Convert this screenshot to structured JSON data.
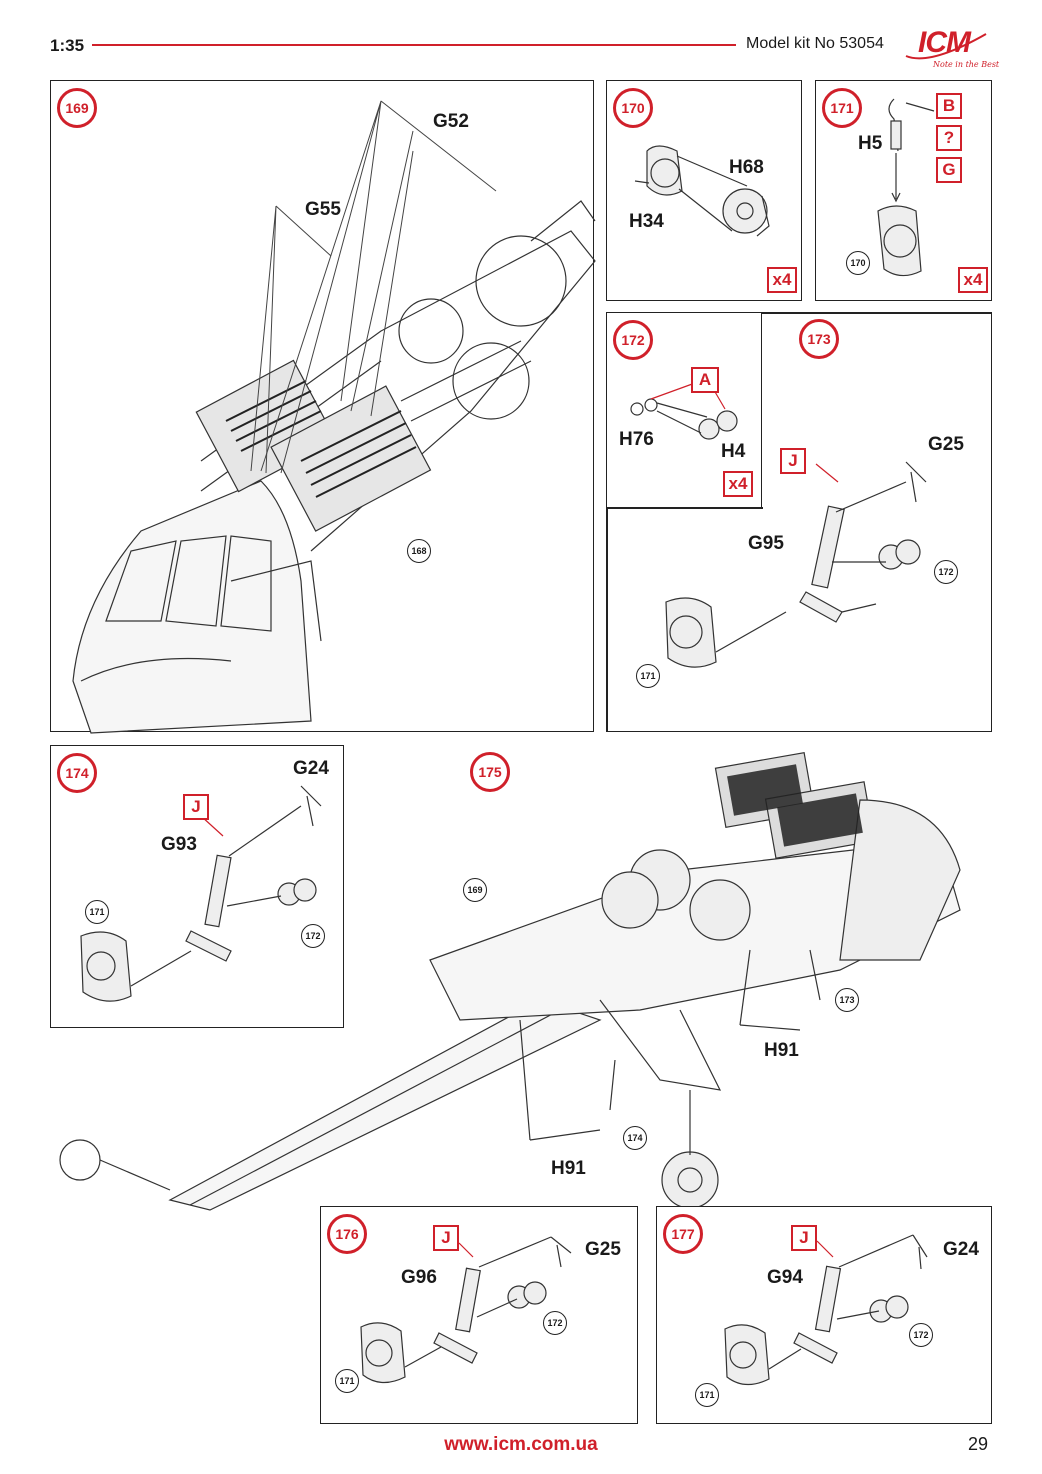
{
  "header": {
    "scale": "1:35",
    "kit_label": "Model kit No 53054",
    "logo_text": "ICM",
    "logo_tagline": "Note in the Best"
  },
  "steps": {
    "s169": {
      "number": "169",
      "parts": [
        "G52",
        "G55"
      ],
      "ref": "168"
    },
    "s170": {
      "number": "170",
      "parts": [
        "H68",
        "H34"
      ],
      "qty": "x4"
    },
    "s171": {
      "number": "171",
      "parts": [
        "H5"
      ],
      "boxes": [
        "B",
        "?",
        "G"
      ],
      "ref": "170",
      "qty": "x4"
    },
    "s172": {
      "number": "172",
      "parts": [
        "H76",
        "H4"
      ],
      "box": "A",
      "qty": "x4"
    },
    "s173": {
      "number": "173",
      "parts": [
        "G25",
        "G95"
      ],
      "box": "J",
      "refs": [
        "172",
        "171"
      ]
    },
    "s174": {
      "number": "174",
      "parts": [
        "G24",
        "G93"
      ],
      "box": "J",
      "refs": [
        "171",
        "172"
      ]
    },
    "s175": {
      "number": "175",
      "parts": [
        "H91",
        "H91"
      ],
      "refs": [
        "169",
        "173",
        "174"
      ]
    },
    "s176": {
      "number": "176",
      "parts": [
        "G25",
        "G96"
      ],
      "box": "J",
      "refs": [
        "172",
        "171"
      ]
    },
    "s177": {
      "number": "177",
      "parts": [
        "G24",
        "G94"
      ],
      "box": "J",
      "refs": [
        "172",
        "171"
      ]
    }
  },
  "footer": {
    "url": "www.icm.com.ua",
    "page_number": "29"
  },
  "colors": {
    "accent": "#d0202a",
    "ink": "#1a1a1a"
  }
}
